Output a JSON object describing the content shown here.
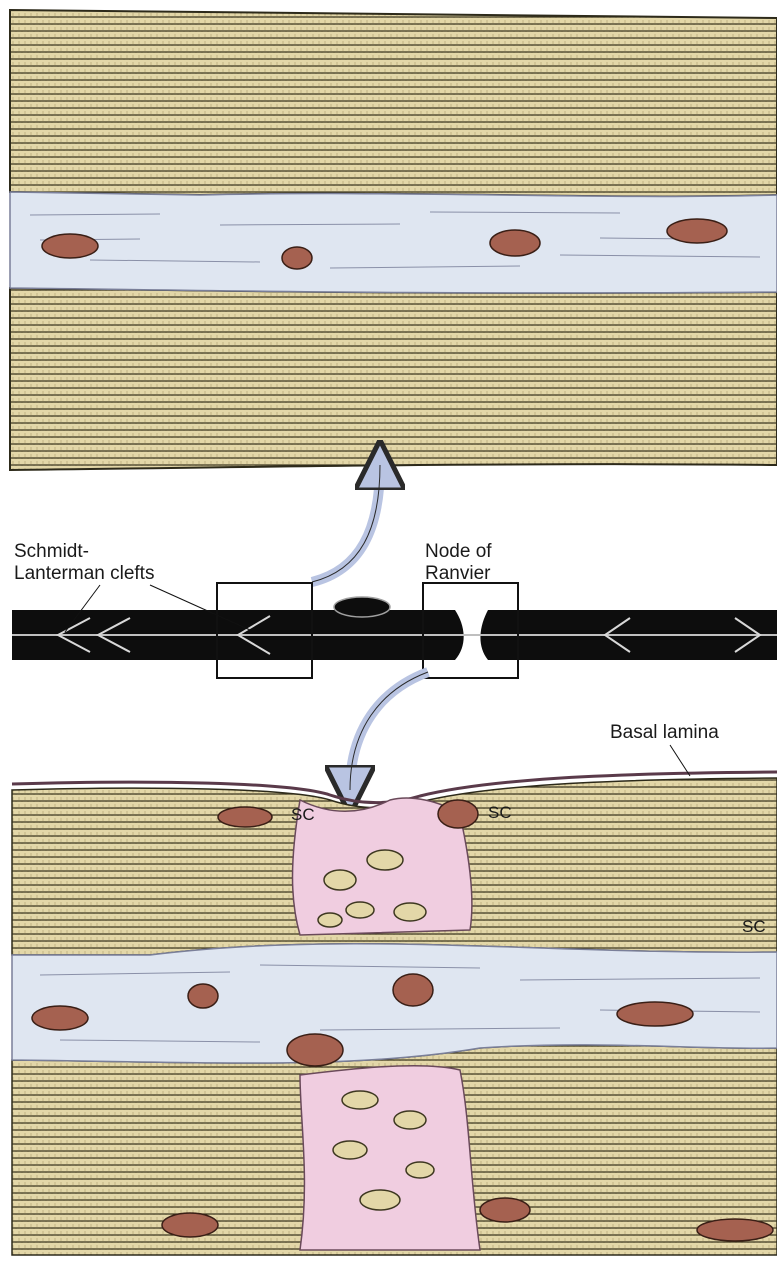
{
  "labels": {
    "schmidt_lanterman_line1": "Schmidt-",
    "schmidt_lanterman_line2": "Lanterman clefts",
    "node_line1": "Node of",
    "node_line2": "Ranvier",
    "basal_lamina": "Basal lamina",
    "schwann_cell_left": "SC",
    "schwann_cell_mid": "SC",
    "schwann_cell_right": "SC"
  },
  "colors": {
    "myelin": "#e3d7a8",
    "myelin_line": "#3d3720",
    "axoplasm": "#dfe6f1",
    "paranode": "#f0cde0",
    "mitochondria": "#a56150",
    "fiber": "#0d0d0d",
    "arrow": "#b9c4e2"
  }
}
